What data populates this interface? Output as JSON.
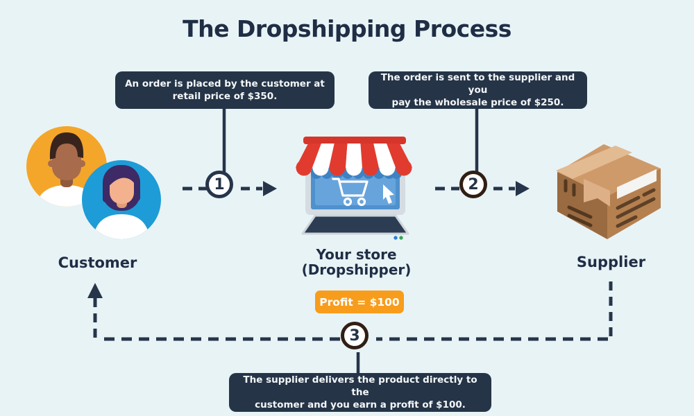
{
  "title": "The Dropshipping Process",
  "background_color": "#e8f3f6",
  "accent_colors": {
    "navy": "#253447",
    "title_navy": "#1f2d45",
    "orange": "#f89c1c",
    "awning_red": "#e13b2f",
    "screen_blue": "#5f9fd8",
    "avatar_orange": "#f4a62a",
    "avatar_blue": "#1e9cd7",
    "box_tan": "#b5804f",
    "ring_brown": "#301f13"
  },
  "callouts": {
    "step1": {
      "line1": "An order is placed by the customer at",
      "line2": "retail price of $350."
    },
    "step2": {
      "line1": "The order is sent to the supplier and you",
      "line2": "pay the wholesale price of $250."
    },
    "step3": {
      "line1": "The supplier delivers the product directly to the",
      "line2": "customer and you earn a profit of $100."
    }
  },
  "step_markers": {
    "one": "1",
    "two": "2",
    "three": "3"
  },
  "nodes": {
    "customer": {
      "label": "Customer"
    },
    "store": {
      "label_line1": "Your store",
      "label_line2": "(Dropshipper)",
      "profit_badge": "Profit = $100"
    },
    "supplier": {
      "label": "Supplier"
    }
  },
  "icons": {
    "customer": "two-people-avatars-icon",
    "store": "storefront-laptop-icon",
    "cart": "shopping-cart-icon",
    "cursor": "cursor-arrow-icon",
    "supplier": "package-box-icon"
  }
}
